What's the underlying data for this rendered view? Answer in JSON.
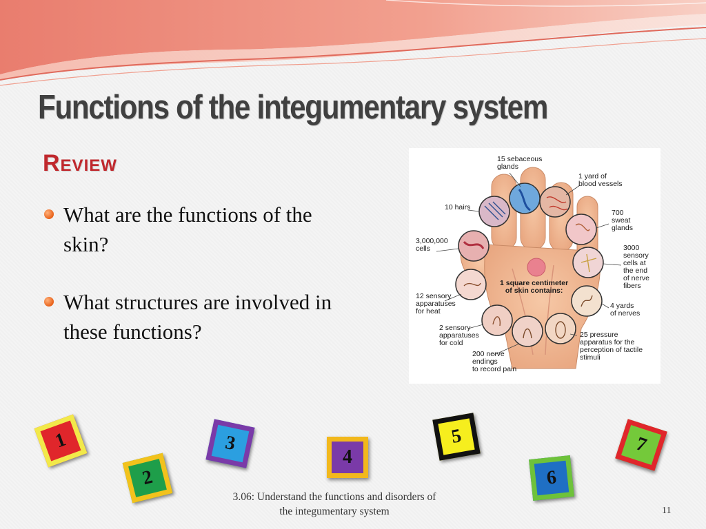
{
  "slide": {
    "title": "Functions of the integumentary system",
    "subtitle": "Review",
    "bullets": [
      "What are the functions of the skin?",
      "What structures are involved in these functions?"
    ],
    "footer_line1": "3.06: Understand the functions and disorders of",
    "footer_line2": "the integumentary system",
    "page_number": "11"
  },
  "figure": {
    "labels": {
      "sebaceous": "15 sebaceous\nglands",
      "blood": "1 yard of\nblood vessels",
      "hairs": "10 hairs",
      "sweat": "700\nsweat\nglands",
      "cells": "3,000,000\ncells",
      "sensory": "3000\nsensory\ncells at\nthe end\nof nerve\nfibers",
      "center": "1 square centimeter\nof skin contains:",
      "heat": "12 sensory\napparatuses\nfor heat",
      "nerves": "4 yards\nof nerves",
      "cold": "2 sensory\napparatuses\nfor cold",
      "pressure": "25 pressure\napparatus for the\nperception of tactile\nstimuli",
      "pain": "200 nerve\nendings\nto record pain"
    }
  },
  "blocks": [
    {
      "label": "1",
      "fill": "#e0262b",
      "border": "#f2e94a"
    },
    {
      "label": "2",
      "fill": "#1e9e4a",
      "border": "#f2c21c"
    },
    {
      "label": "3",
      "fill": "#2b9fe0",
      "border": "#7a3aa8"
    },
    {
      "label": "4",
      "fill": "#7a3aa8",
      "border": "#f2b81c"
    },
    {
      "label": "5",
      "fill": "#f6ee1e",
      "border": "#111111"
    },
    {
      "label": "6",
      "fill": "#1f6fc4",
      "border": "#6ec23a"
    },
    {
      "label": "7",
      "fill": "#74c93a",
      "border": "#e0262b"
    }
  ],
  "colors": {
    "title": "#404040",
    "subtitle": "#c0282d",
    "bullet": "#e8621a",
    "banner": "#e8837a"
  }
}
